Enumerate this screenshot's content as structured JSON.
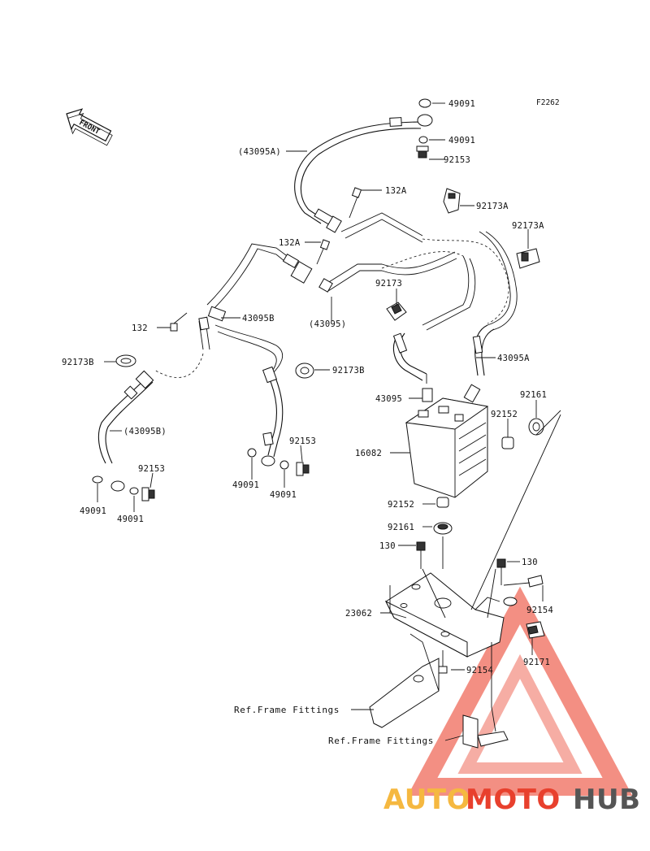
{
  "figure_code": "F2262",
  "front_marker": "FRONT",
  "watermark": {
    "brand_part1": "AUTO",
    "brand_part2": "MOTO",
    "brand_part3": "HUB",
    "colors": {
      "auto": "#f5b840",
      "moto": "#e8402d",
      "hub": "#555555",
      "triangle": "#e8402d"
    }
  },
  "labels": {
    "l_49091_a": "49091",
    "l_49091_b": "49091",
    "l_92153_a": "92153",
    "l_43095A_paren": "(43095A)",
    "l_132A_a": "132A",
    "l_92173A_a": "92173A",
    "l_92173A_b": "92173A",
    "l_132A_b": "132A",
    "l_92173": "92173",
    "l_43095_paren": "(43095)",
    "l_132": "132",
    "l_43095B": "43095B",
    "l_92173B_a": "92173B",
    "l_92173B_b": "92173B",
    "l_43095A": "43095A",
    "l_43095": "43095",
    "l_92161_a": "92161",
    "l_92152_a": "92152",
    "l_16082": "16082",
    "l_43095B_paren": "(43095B)",
    "l_92153_b": "92153",
    "l_92153_c": "92153",
    "l_49091_c": "49091",
    "l_49091_d": "49091",
    "l_49091_e": "49091",
    "l_49091_f": "49091",
    "l_92152_b": "92152",
    "l_92161_b": "92161",
    "l_130_a": "130",
    "l_130_b": "130",
    "l_23062": "23062",
    "l_92154_a": "92154",
    "l_92154_b": "92154",
    "l_92171": "92171",
    "ref_frame_1": "Ref.Frame Fittings",
    "ref_frame_2": "Ref.Frame Fittings"
  }
}
